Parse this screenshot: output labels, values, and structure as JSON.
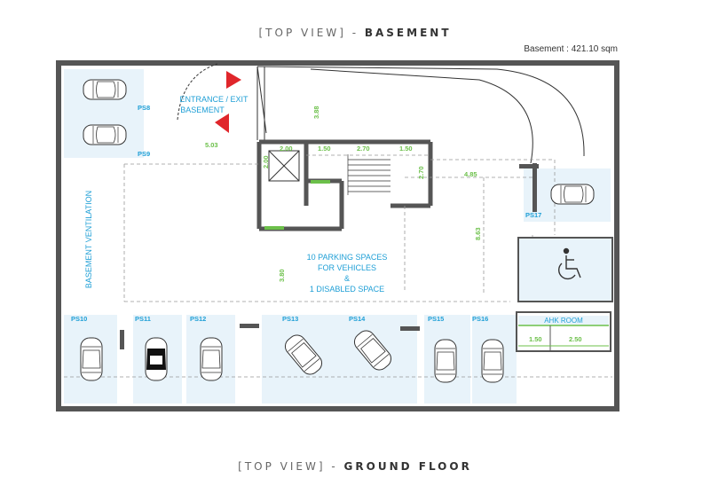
{
  "titles": {
    "top_prefix": "[TOP VIEW] -",
    "top_name": "BASEMENT",
    "bottom_prefix": "[TOP VIEW] -",
    "bottom_name": "GROUND FLOOR",
    "area": "Basement : 421.10 sqm"
  },
  "labels": {
    "entrance_line1": "ENTRANCE / EXIT",
    "entrance_line2": "BASEMENT",
    "ventilation": "BASEMENT VENTILATION",
    "parking_note_1": "10 PARKING SPACES",
    "parking_note_2": "FOR VEHICLES",
    "parking_note_3": "&",
    "parking_note_4": "1 DISABLED SPACE",
    "ahk_room": "AHK ROOM"
  },
  "parking_spaces": [
    "PS8",
    "PS9",
    "PS10",
    "PS11",
    "PS12",
    "PS13",
    "PS14",
    "PS15",
    "PS16",
    "PS17"
  ],
  "dimensions": {
    "d_503": "5.03",
    "d_388": "3.88",
    "d_200a": "2.00",
    "d_200b": "2.00",
    "d_150a": "1.50",
    "d_270a": "2.70",
    "d_150b": "1.50",
    "d_270b": "2.70",
    "d_485": "4.85",
    "d_863": "8.63",
    "d_380": "3.80",
    "d_150c": "1.50",
    "d_250": "2.50"
  },
  "colors": {
    "wall": "#555555",
    "accent_blue": "#1f9fd6",
    "accent_green": "#6cc04a",
    "entrance_red": "#e0262b",
    "space_fill": "#e8f3fa"
  }
}
